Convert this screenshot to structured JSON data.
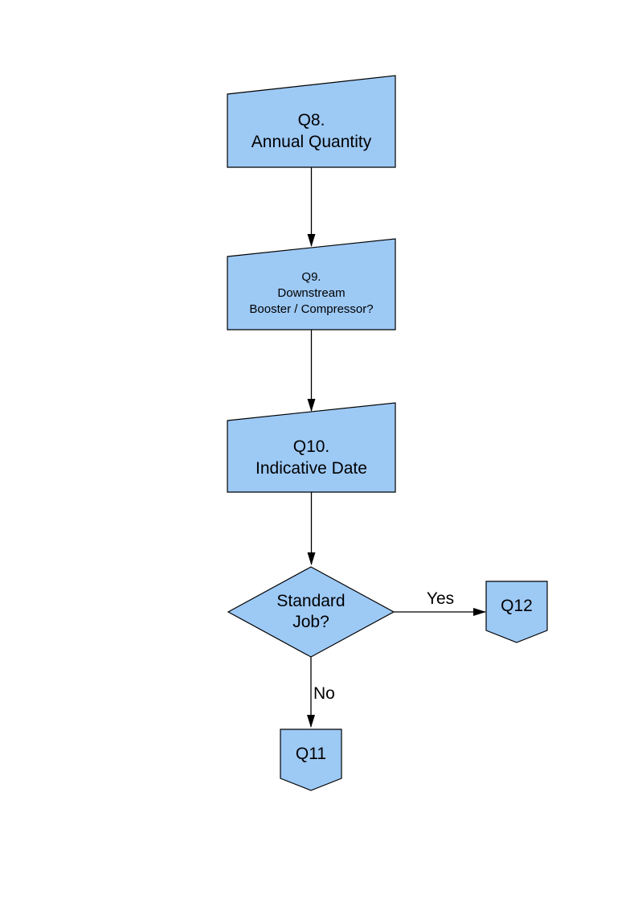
{
  "page": {
    "background_color": "#ffffff",
    "type": "flowchart-page"
  },
  "colors": {
    "node_fill": "#9DC9F5",
    "node_border": "#000000",
    "connector": "#000000",
    "text": "#000000"
  },
  "nodes": {
    "q8": {
      "shape": "manual-input",
      "lines": [
        "Q8.",
        "Annual Quantity"
      ]
    },
    "q9": {
      "shape": "manual-input",
      "lines": [
        "Q9.",
        "Downstream",
        "Booster / Compressor?"
      ]
    },
    "q10": {
      "shape": "manual-input",
      "lines": [
        "Q10.",
        "Indicative Date"
      ]
    },
    "standard_job": {
      "shape": "decision",
      "lines": [
        "Standard",
        "Job?"
      ]
    },
    "q12": {
      "shape": "off-page-connector",
      "lines": [
        "Q12"
      ]
    },
    "q11": {
      "shape": "off-page-connector",
      "lines": [
        "Q11"
      ]
    }
  },
  "edges": [
    {
      "from": "q8",
      "to": "q9",
      "label": ""
    },
    {
      "from": "q9",
      "to": "q10",
      "label": ""
    },
    {
      "from": "q10",
      "to": "standard_job",
      "label": ""
    },
    {
      "from": "standard_job",
      "to": "q12",
      "label": "Yes"
    },
    {
      "from": "standard_job",
      "to": "q11",
      "label": "No"
    }
  ],
  "labels": {
    "yes": "Yes",
    "no": "No"
  }
}
